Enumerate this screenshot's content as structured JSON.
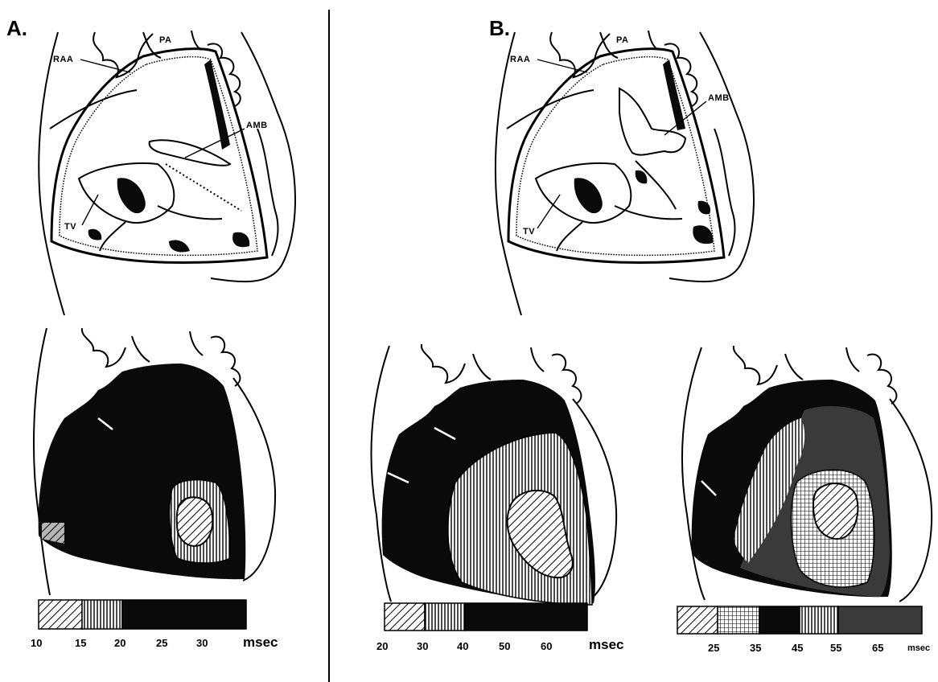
{
  "panels": {
    "a": {
      "letter": "A.",
      "labels": {
        "pa": "PA",
        "raa": "RAA",
        "amb": "AMB",
        "tv": "TV"
      },
      "legend": {
        "ticks": [
          "10",
          "15",
          "20",
          "25",
          "30"
        ],
        "unit": "msec"
      }
    },
    "b": {
      "letter": "B.",
      "labels": {
        "pa": "PA",
        "raa": "RAA",
        "amb": "AMB",
        "tv": "TV"
      },
      "legend_left": {
        "ticks": [
          "20",
          "30",
          "40",
          "50",
          "60"
        ],
        "unit": "msec"
      },
      "legend_right": {
        "ticks": [
          "25",
          "35",
          "45",
          "55",
          "65"
        ],
        "unit": "msec"
      }
    }
  },
  "colors": {
    "ink": "#000000",
    "paper": "#ffffff",
    "dark_fill": "#0a0a0a",
    "mid_fill": "#3a3a3a"
  }
}
